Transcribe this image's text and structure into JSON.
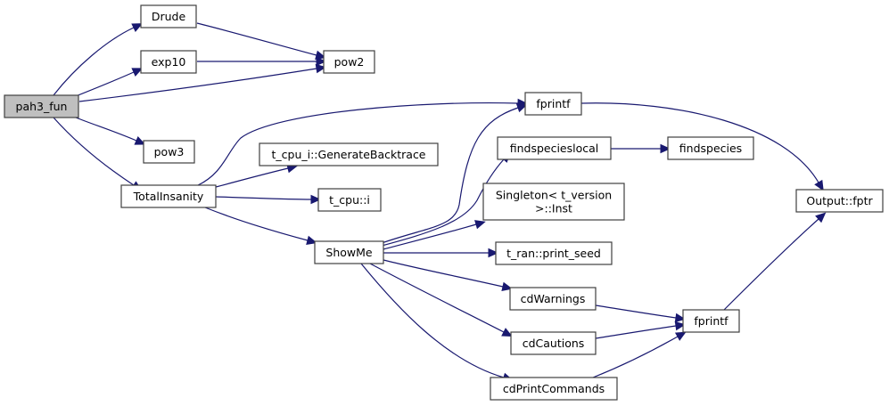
{
  "diagram": {
    "type": "call-graph",
    "edge_color": "#191970",
    "root_fill": "#bfbfbf",
    "nodes": [
      {
        "id": "pah3_fun",
        "label": [
          "pah3_fun"
        ],
        "root": true
      },
      {
        "id": "Drude",
        "label": [
          "Drude"
        ]
      },
      {
        "id": "exp10",
        "label": [
          "exp10"
        ]
      },
      {
        "id": "pow2",
        "label": [
          "pow2"
        ]
      },
      {
        "id": "pow3",
        "label": [
          "pow3"
        ]
      },
      {
        "id": "TotalInsanity",
        "label": [
          "TotalInsanity"
        ]
      },
      {
        "id": "fprintf_top",
        "label": [
          "fprintf"
        ]
      },
      {
        "id": "GenerateBacktrace",
        "label": [
          "t_cpu_i::GenerateBacktrace"
        ]
      },
      {
        "id": "t_cpu_i",
        "label": [
          "t_cpu::i"
        ]
      },
      {
        "id": "ShowMe",
        "label": [
          "ShowMe"
        ]
      },
      {
        "id": "findspecieslocal",
        "label": [
          "findspecieslocal"
        ]
      },
      {
        "id": "findspecies",
        "label": [
          "findspecies"
        ]
      },
      {
        "id": "SingletonInst",
        "label": [
          "Singleton< t_version",
          ">::Inst"
        ]
      },
      {
        "id": "print_seed",
        "label": [
          "t_ran::print_seed"
        ]
      },
      {
        "id": "cdWarnings",
        "label": [
          "cdWarnings"
        ]
      },
      {
        "id": "cdCautions",
        "label": [
          "cdCautions"
        ]
      },
      {
        "id": "cdPrintCommands",
        "label": [
          "cdPrintCommands"
        ]
      },
      {
        "id": "fprintf_bottom",
        "label": [
          "fprintf"
        ]
      },
      {
        "id": "Output_fptr",
        "label": [
          "Output::fptr"
        ]
      }
    ],
    "edges": [
      {
        "from": "pah3_fun",
        "to": "Drude"
      },
      {
        "from": "pah3_fun",
        "to": "exp10"
      },
      {
        "from": "pah3_fun",
        "to": "pow2"
      },
      {
        "from": "pah3_fun",
        "to": "pow3"
      },
      {
        "from": "pah3_fun",
        "to": "TotalInsanity"
      },
      {
        "from": "Drude",
        "to": "pow2"
      },
      {
        "from": "exp10",
        "to": "pow2"
      },
      {
        "from": "TotalInsanity",
        "to": "fprintf_top"
      },
      {
        "from": "TotalInsanity",
        "to": "GenerateBacktrace"
      },
      {
        "from": "TotalInsanity",
        "to": "t_cpu_i"
      },
      {
        "from": "TotalInsanity",
        "to": "ShowMe"
      },
      {
        "from": "ShowMe",
        "to": "fprintf_top"
      },
      {
        "from": "ShowMe",
        "to": "findspecieslocal"
      },
      {
        "from": "ShowMe",
        "to": "SingletonInst"
      },
      {
        "from": "ShowMe",
        "to": "print_seed"
      },
      {
        "from": "ShowMe",
        "to": "cdWarnings"
      },
      {
        "from": "ShowMe",
        "to": "cdCautions"
      },
      {
        "from": "ShowMe",
        "to": "cdPrintCommands"
      },
      {
        "from": "findspecieslocal",
        "to": "findspecies"
      },
      {
        "from": "fprintf_top",
        "to": "Output_fptr"
      },
      {
        "from": "cdWarnings",
        "to": "fprintf_bottom"
      },
      {
        "from": "cdCautions",
        "to": "fprintf_bottom"
      },
      {
        "from": "cdPrintCommands",
        "to": "fprintf_bottom"
      },
      {
        "from": "fprintf_bottom",
        "to": "Output_fptr"
      }
    ]
  }
}
